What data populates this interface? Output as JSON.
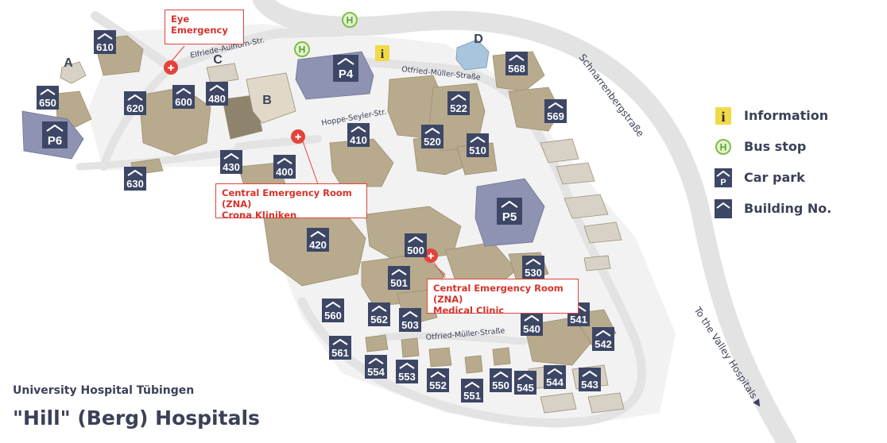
{
  "streets": {
    "elfriede": "Elfriede-Aulhorn-Str.",
    "otfried_top": "Otfried-Müller-Straße",
    "hoppe": "Hoppe-Seyler-Str.",
    "otfried_bottom": "Otfried-Müller-Straße",
    "schnarren": "Schnarrenbergstraße",
    "valley": "To the Valley Hospitals ▶"
  },
  "building_letters": [
    "A",
    "B",
    "C",
    "D"
  ],
  "building_numbers": [
    "610",
    "650",
    "620",
    "600",
    "480",
    "430",
    "400",
    "630",
    "410",
    "522",
    "520",
    "510",
    "568",
    "569",
    "420",
    "500",
    "530",
    "501",
    "560",
    "562",
    "503",
    "561",
    "554",
    "553",
    "552",
    "551",
    "550",
    "545",
    "544",
    "543",
    "540",
    "541",
    "542"
  ],
  "car_parks": [
    "P4",
    "P5",
    "P6"
  ],
  "callouts": {
    "eye": "Eye\nEmergency",
    "zna_crona": "Central Emergency Room (ZNA)\nCrona Kliniken",
    "zna_medical": "Central Emergency Room (ZNA)\nMedical Clinic"
  },
  "legend": [
    {
      "icon": "info-icon",
      "label": "Information"
    },
    {
      "icon": "bus-stop-icon",
      "label": "Bus stop"
    },
    {
      "icon": "car-park-icon",
      "label": "Car park"
    },
    {
      "icon": "building-number-icon",
      "label": "Building No."
    }
  ],
  "colors": {
    "building": "#b8aa8c",
    "road": "#e6e6e6",
    "badge": "#3d4765",
    "carpark": "#8e93b2",
    "emergency": "#e2433b",
    "bus": "#7cc141",
    "info": "#f1d94a"
  },
  "title": {
    "line1": "University Hospital Tübingen",
    "line2": "\"Hill\" (Berg) Hospitals"
  }
}
